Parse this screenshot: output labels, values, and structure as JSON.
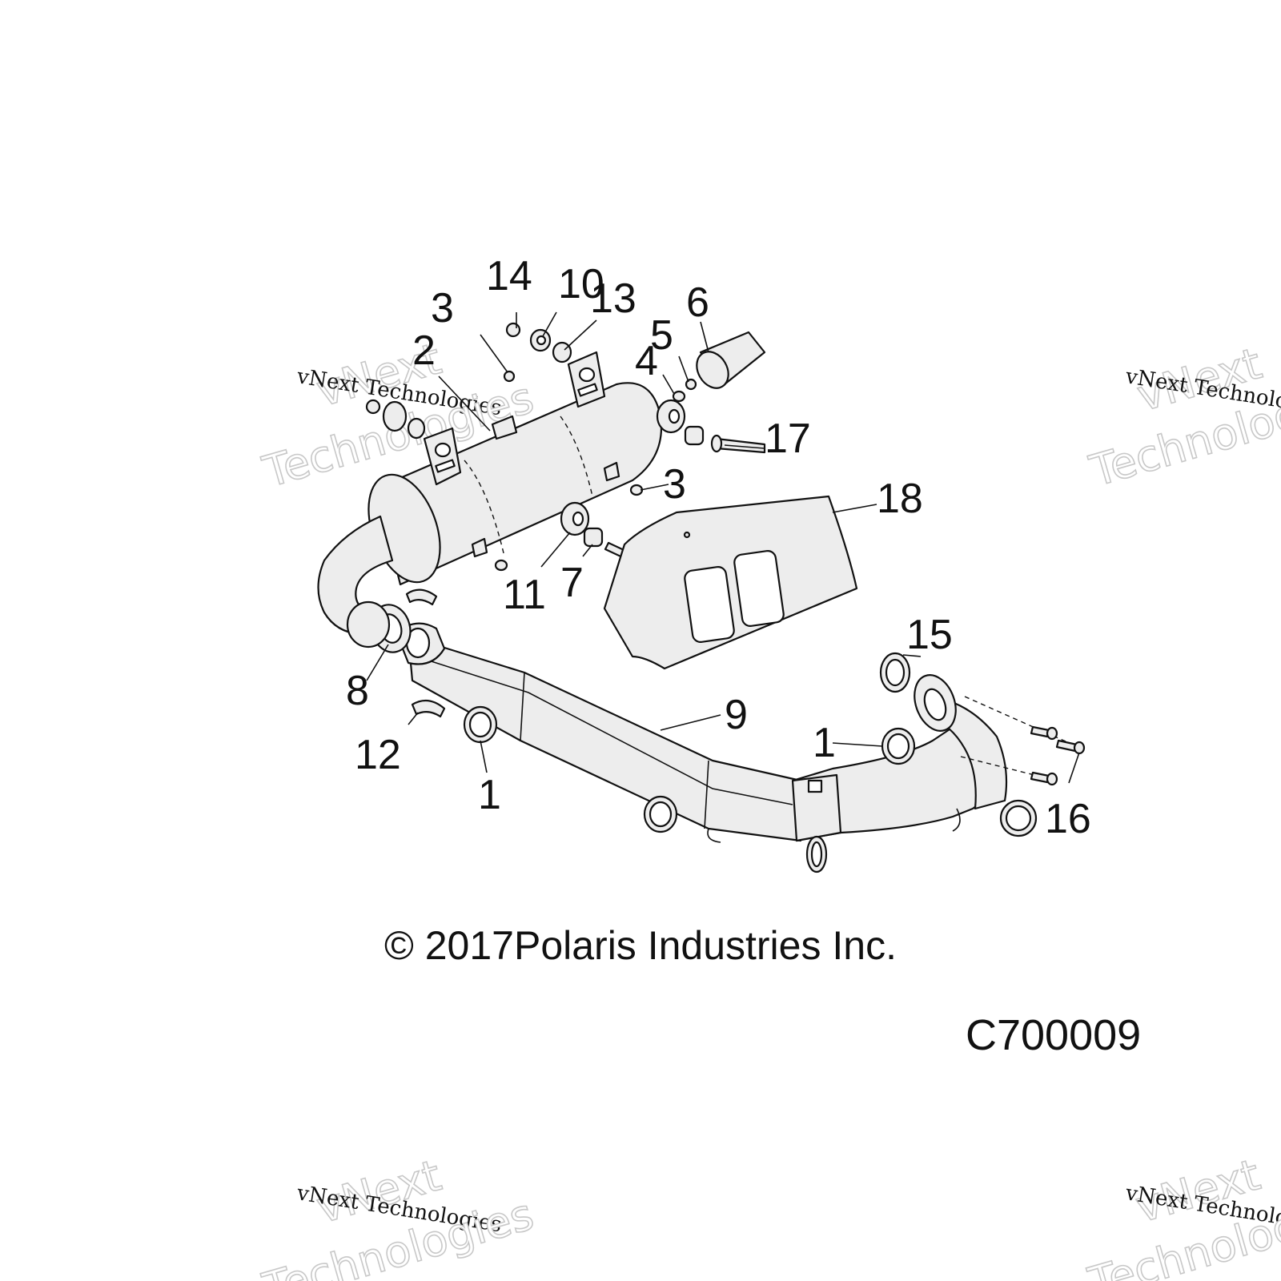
{
  "watermark": {
    "line1": "vNext",
    "line2": "vNext Technologies",
    "line3": "Technologies"
  },
  "callouts": [
    "1",
    "2",
    "3",
    "4",
    "5",
    "6",
    "7",
    "8",
    "9",
    "10",
    "11",
    "12",
    "13",
    "14",
    "15",
    "16",
    "17",
    "18"
  ],
  "copyright": "© 2017Polaris Industries Inc.",
  "figure_code": "C700009"
}
